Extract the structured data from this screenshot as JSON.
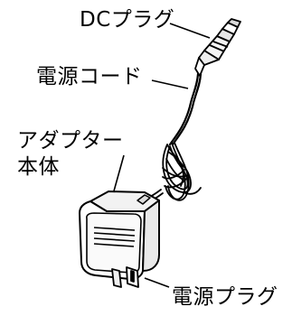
{
  "diagram": {
    "labels": {
      "dc_plug": "DCプラグ",
      "power_cord": "電源コード",
      "adapter_body_line1": "アダプター",
      "adapter_body_line2": "本体",
      "power_plug": "電源プラグ"
    }
  }
}
